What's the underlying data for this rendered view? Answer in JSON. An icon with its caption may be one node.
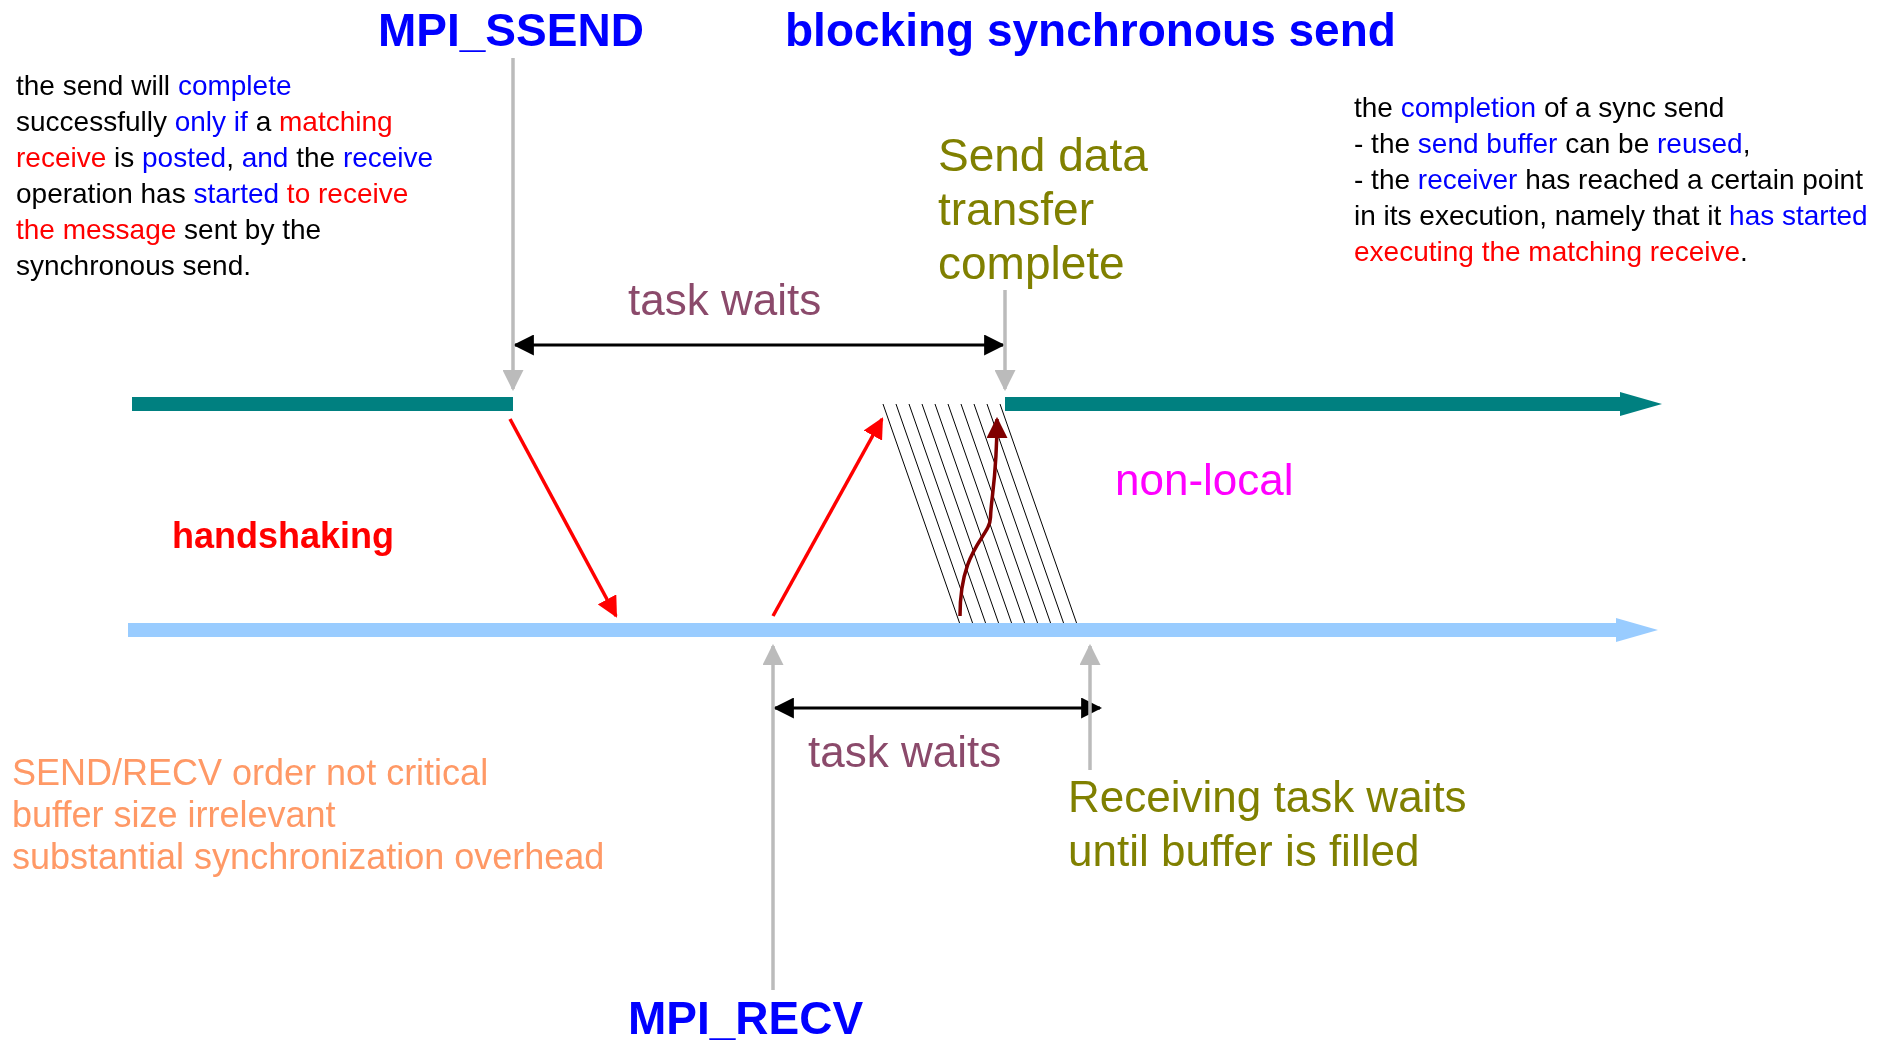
{
  "diagram": {
    "title": "blocking synchronous send",
    "nodes": [
      {
        "text": [
          "MPI_SSEND"
        ]
      },
      {
        "text": [
          "Send data transfer complete"
        ]
      },
      {
        "text": [],
        "shape": "bar"
      },
      {
        "text": [],
        "shape": "bar"
      },
      {
        "text": [
          "Receiving task waits until buffer is filled"
        ]
      },
      {
        "text": [
          "MPI_RECV"
        ]
      }
    ],
    "edges": [
      {
        "from": 0,
        "to": 2,
        "arrow": "to"
      },
      {
        "from": 1,
        "to": 2,
        "arrow": "to"
      },
      {
        "from": 2,
        "to": 3,
        "arrow": "to",
        "color": "#ff0000"
      },
      {
        "from": 3,
        "to": 2,
        "arrow": "to",
        "color": "#ff0000"
      },
      {
        "from": 3,
        "to": 2,
        "arrow": "to",
        "color": "#800000"
      },
      {
        "from": 5,
        "to": 3,
        "arrow": "to"
      },
      {
        "from": 4,
        "to": 3,
        "arrow": "to"
      }
    ],
    "labels": [
      "the send will **complete** successfully **only if** a *matching receive* is **posted**, **and** the **receive** operation has **started** *to receive the message* sent by the synchronous send.",
      "the **completion** of a sync send",
      "- the **send buffer** can be **reused**,",
      "- the **receiver** has reached a certain point in its execution, namely that it **has started** *executing the matching receive*.",
      "task waits",
      "non-local",
      "handshaking",
      "task waits",
      "SEND/RECV order not critical",
      "buffer size irrelevant",
      "substantial synchronization overhead"
    ]
  }
}
